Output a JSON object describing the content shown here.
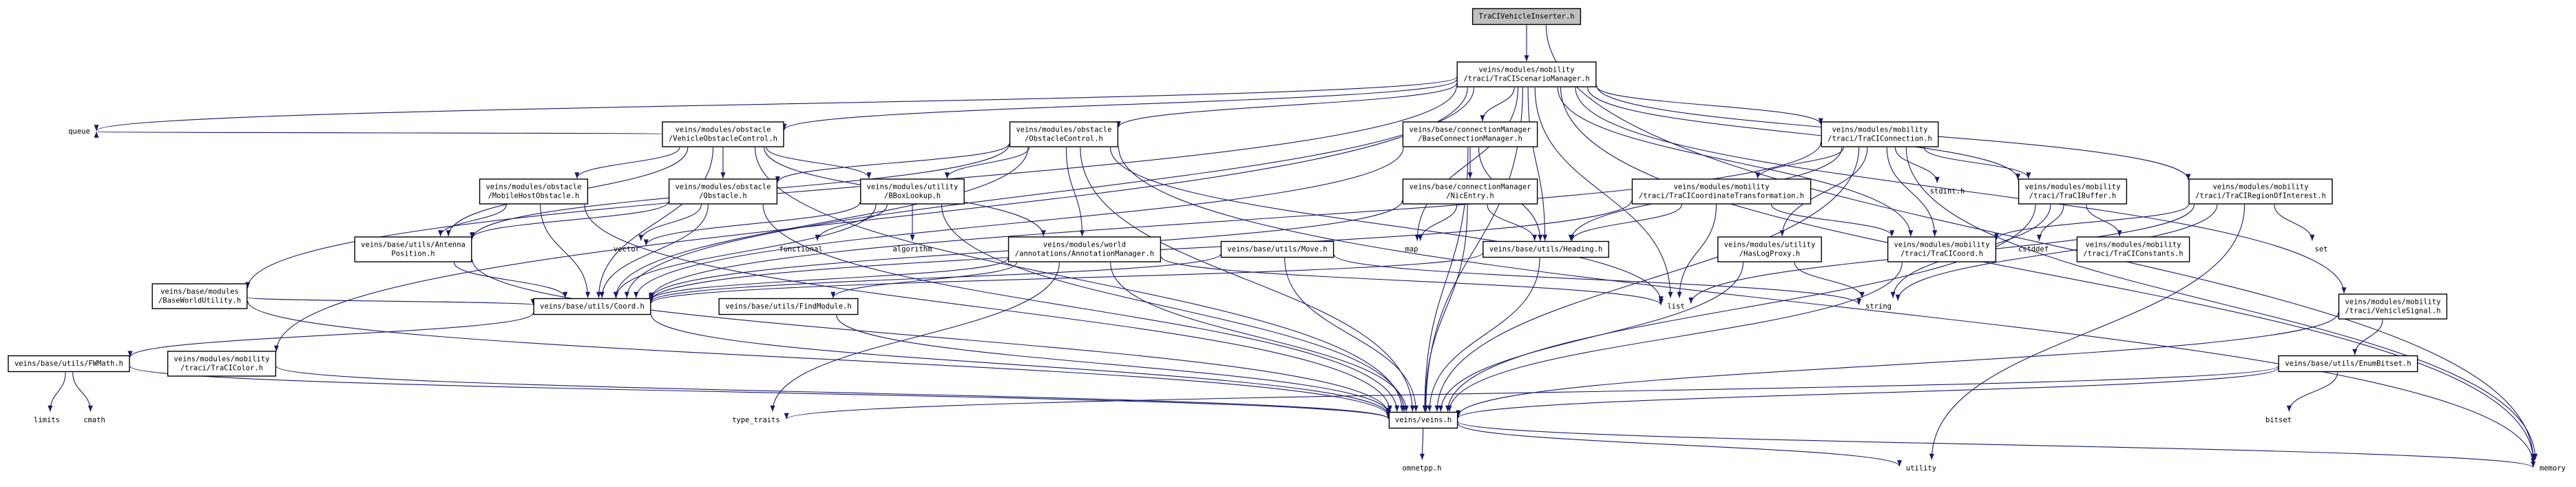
{
  "diagram": {
    "title": "",
    "nodes": [
      {
        "id": "root",
        "lines": [
          "TraCIVehicleInserter.h"
        ],
        "root": true,
        "boxed": true
      },
      {
        "id": "scen",
        "lines": [
          "veins/modules/mobility",
          "/traci/TraCIScenarioManager.h"
        ],
        "boxed": true
      },
      {
        "id": "queue",
        "lines": [
          "queue"
        ],
        "boxed": false
      },
      {
        "id": "baseworld",
        "lines": [
          "veins/base/modules",
          "/BaseWorldUtility.h"
        ],
        "boxed": true
      },
      {
        "id": "vehobs",
        "lines": [
          "veins/modules/obstacle",
          "/VehicleObstacleControl.h"
        ],
        "boxed": true
      },
      {
        "id": "obsctrl",
        "lines": [
          "veins/modules/obstacle",
          "/ObstacleControl.h"
        ],
        "boxed": true
      },
      {
        "id": "baseconnmgr",
        "lines": [
          "veins/base/connectionManager",
          "/BaseConnectionManager.h"
        ],
        "boxed": true
      },
      {
        "id": "traciconn",
        "lines": [
          "veins/modules/mobility",
          "/traci/TraCIConnection.h"
        ],
        "boxed": true
      },
      {
        "id": "mobilehost",
        "lines": [
          "veins/modules/obstacle",
          "/MobileHostObstacle.h"
        ],
        "boxed": true
      },
      {
        "id": "obstacle",
        "lines": [
          "veins/modules/obstacle",
          "/Obstacle.h"
        ],
        "boxed": true
      },
      {
        "id": "bboxlookup",
        "lines": [
          "veins/modules/utility",
          "/BBoxLookup.h"
        ],
        "boxed": true
      },
      {
        "id": "nicentry",
        "lines": [
          "veins/base/connectionManager",
          "/NicEntry.h"
        ],
        "boxed": true
      },
      {
        "id": "coordtrans",
        "lines": [
          "veins/modules/mobility",
          "/traci/TraCICoordinateTransformation.h"
        ],
        "boxed": true
      },
      {
        "id": "stdint",
        "lines": [
          "stdint.h"
        ],
        "boxed": false
      },
      {
        "id": "tracibuffer",
        "lines": [
          "veins/modules/mobility",
          "/traci/TraCIBuffer.h"
        ],
        "boxed": true
      },
      {
        "id": "regionint",
        "lines": [
          "veins/modules/mobility",
          "/traci/TraCIRegionOfInterest.h"
        ],
        "boxed": true
      },
      {
        "id": "antenna",
        "lines": [
          "veins/base/utils/Antenna",
          "Position.h"
        ],
        "boxed": true
      },
      {
        "id": "vector",
        "lines": [
          "vector"
        ],
        "boxed": false
      },
      {
        "id": "functional",
        "lines": [
          "functional"
        ],
        "boxed": false
      },
      {
        "id": "algorithm",
        "lines": [
          "algorithm"
        ],
        "boxed": false
      },
      {
        "id": "annotmgr",
        "lines": [
          "veins/modules/world",
          "/annotations/AnnotationManager.h"
        ],
        "boxed": true
      },
      {
        "id": "move",
        "lines": [
          "veins/base/utils/Move.h"
        ],
        "boxed": true
      },
      {
        "id": "map",
        "lines": [
          "map"
        ],
        "boxed": false
      },
      {
        "id": "heading",
        "lines": [
          "veins/base/utils/Heading.h"
        ],
        "boxed": true
      },
      {
        "id": "hostproxy",
        "lines": [
          "veins/modules/utility",
          "/HasLogProxy.h"
        ],
        "boxed": true
      },
      {
        "id": "tracicoord",
        "lines": [
          "veins/modules/mobility",
          "/traci/TraCICoord.h"
        ],
        "boxed": true
      },
      {
        "id": "cstddef",
        "lines": [
          "cstddef"
        ],
        "boxed": false
      },
      {
        "id": "traciconst",
        "lines": [
          "veins/modules/mobility",
          "/traci/TraCIConstants.h"
        ],
        "boxed": true
      },
      {
        "id": "set",
        "lines": [
          "set"
        ],
        "boxed": false
      },
      {
        "id": "coord",
        "lines": [
          "veins/base/utils/Coord.h"
        ],
        "boxed": true
      },
      {
        "id": "findmodule",
        "lines": [
          "veins/base/utils/FindModule.h"
        ],
        "boxed": true
      },
      {
        "id": "list",
        "lines": [
          "list"
        ],
        "boxed": false
      },
      {
        "id": "string",
        "lines": [
          "string"
        ],
        "boxed": false
      },
      {
        "id": "vehsignal",
        "lines": [
          "veins/modules/mobility",
          "/traci/VehicleSignal.h"
        ],
        "boxed": true
      },
      {
        "id": "fwmath",
        "lines": [
          "veins/base/utils/FWMath.h"
        ],
        "boxed": true
      },
      {
        "id": "tracicolor",
        "lines": [
          "veins/modules/mobility",
          "/traci/TraCIColor.h"
        ],
        "boxed": true
      },
      {
        "id": "enumbitset",
        "lines": [
          "veins/base/utils/EnumBitset.h"
        ],
        "boxed": true
      },
      {
        "id": "limits",
        "lines": [
          "limits"
        ],
        "boxed": false
      },
      {
        "id": "cmath",
        "lines": [
          "cmath"
        ],
        "boxed": false
      },
      {
        "id": "typetraits",
        "lines": [
          "type_traits"
        ],
        "boxed": false
      },
      {
        "id": "veins",
        "lines": [
          "veins/veins.h"
        ],
        "boxed": true
      },
      {
        "id": "bitset",
        "lines": [
          "bitset"
        ],
        "boxed": false
      },
      {
        "id": "omnetpp",
        "lines": [
          "omnetpp.h"
        ],
        "boxed": false
      },
      {
        "id": "utility",
        "lines": [
          "utility"
        ],
        "boxed": false
      },
      {
        "id": "memory",
        "lines": [
          "memory"
        ],
        "boxed": false
      }
    ],
    "edges": [
      [
        "root",
        "scen"
      ],
      [
        "root",
        "memory"
      ],
      [
        "scen",
        "queue"
      ],
      [
        "scen",
        "baseworld"
      ],
      [
        "scen",
        "vehobs"
      ],
      [
        "scen",
        "obsctrl"
      ],
      [
        "scen",
        "baseconnmgr"
      ],
      [
        "scen",
        "traciconn"
      ],
      [
        "scen",
        "coord"
      ],
      [
        "scen",
        "map"
      ],
      [
        "scen",
        "list"
      ],
      [
        "scen",
        "tracicolor"
      ],
      [
        "scen",
        "vehsignal"
      ],
      [
        "scen",
        "regionint"
      ],
      [
        "scen",
        "tracibuffer"
      ],
      [
        "scen",
        "veins"
      ],
      [
        "scen",
        "memory"
      ],
      [
        "scen",
        "tracicoord"
      ],
      [
        "scen",
        "heading"
      ],
      [
        "baseworld",
        "coord"
      ],
      [
        "baseworld",
        "veins"
      ],
      [
        "vehobs",
        "mobilehost"
      ],
      [
        "vehobs",
        "obstacle"
      ],
      [
        "vehobs",
        "antenna"
      ],
      [
        "vehobs",
        "annotmgr"
      ],
      [
        "vehobs",
        "coord"
      ],
      [
        "vehobs",
        "veins"
      ],
      [
        "vehobs",
        "bboxlookup"
      ],
      [
        "vehobs",
        "queue"
      ],
      [
        "obsctrl",
        "obstacle"
      ],
      [
        "obsctrl",
        "bboxlookup"
      ],
      [
        "obsctrl",
        "annotmgr"
      ],
      [
        "obsctrl",
        "coord"
      ],
      [
        "obsctrl",
        "veins"
      ],
      [
        "obsctrl",
        "antenna"
      ],
      [
        "obsctrl",
        "list"
      ],
      [
        "obsctrl",
        "memory"
      ],
      [
        "baseconnmgr",
        "nicentry"
      ],
      [
        "baseconnmgr",
        "heading"
      ],
      [
        "baseconnmgr",
        "coord"
      ],
      [
        "baseconnmgr",
        "veins"
      ],
      [
        "traciconn",
        "coordtrans"
      ],
      [
        "traciconn",
        "stdint"
      ],
      [
        "traciconn",
        "tracibuffer"
      ],
      [
        "traciconn",
        "hostproxy"
      ],
      [
        "traciconn",
        "tracicoord"
      ],
      [
        "traciconn",
        "heading"
      ],
      [
        "traciconn",
        "veins"
      ],
      [
        "traciconn",
        "memory"
      ],
      [
        "traciconn",
        "coord"
      ],
      [
        "mobilehost",
        "antenna"
      ],
      [
        "mobilehost",
        "coord"
      ],
      [
        "mobilehost",
        "veins"
      ],
      [
        "obstacle",
        "vector"
      ],
      [
        "obstacle",
        "coord"
      ],
      [
        "obstacle",
        "veins"
      ],
      [
        "obstacle",
        "antenna"
      ],
      [
        "bboxlookup",
        "vector"
      ],
      [
        "bboxlookup",
        "functional"
      ],
      [
        "bboxlookup",
        "algorithm"
      ],
      [
        "bboxlookup",
        "coord"
      ],
      [
        "bboxlookup",
        "veins"
      ],
      [
        "nicentry",
        "coord"
      ],
      [
        "nicentry",
        "heading"
      ],
      [
        "nicentry",
        "veins"
      ],
      [
        "nicentry",
        "map"
      ],
      [
        "coordtrans",
        "tracicoord"
      ],
      [
        "coordtrans",
        "coord"
      ],
      [
        "coordtrans",
        "list"
      ],
      [
        "coordtrans",
        "heading"
      ],
      [
        "tracibuffer",
        "cstddef"
      ],
      [
        "tracibuffer",
        "string"
      ],
      [
        "tracibuffer",
        "veins"
      ],
      [
        "tracibuffer",
        "traciconst"
      ],
      [
        "regionint",
        "set"
      ],
      [
        "regionint",
        "list"
      ],
      [
        "regionint",
        "string"
      ],
      [
        "regionint",
        "tracicoord"
      ],
      [
        "regionint",
        "utility"
      ],
      [
        "antenna",
        "coord"
      ],
      [
        "antenna",
        "veins"
      ],
      [
        "annotmgr",
        "coord"
      ],
      [
        "annotmgr",
        "findmodule"
      ],
      [
        "annotmgr",
        "veins"
      ],
      [
        "annotmgr",
        "list"
      ],
      [
        "move",
        "coord"
      ],
      [
        "move",
        "veins"
      ],
      [
        "move",
        "string"
      ],
      [
        "heading",
        "coord"
      ],
      [
        "heading",
        "veins"
      ],
      [
        "hostproxy",
        "string"
      ],
      [
        "hostproxy",
        "veins"
      ],
      [
        "tracicoord",
        "veins"
      ],
      [
        "coord",
        "fwmath"
      ],
      [
        "coord",
        "veins"
      ],
      [
        "findmodule",
        "veins"
      ],
      [
        "vehsignal",
        "enumbitset"
      ],
      [
        "vehsignal",
        "veins"
      ],
      [
        "fwmath",
        "limits"
      ],
      [
        "fwmath",
        "cmath"
      ],
      [
        "fwmath",
        "veins"
      ],
      [
        "tracicolor",
        "veins"
      ],
      [
        "enumbitset",
        "bitset"
      ],
      [
        "enumbitset",
        "typetraits"
      ],
      [
        "enumbitset",
        "veins"
      ],
      [
        "veins",
        "omnetpp"
      ],
      [
        "veins",
        "utility"
      ],
      [
        "veins",
        "memory"
      ],
      [
        "annotmgr",
        "typetraits"
      ]
    ]
  }
}
